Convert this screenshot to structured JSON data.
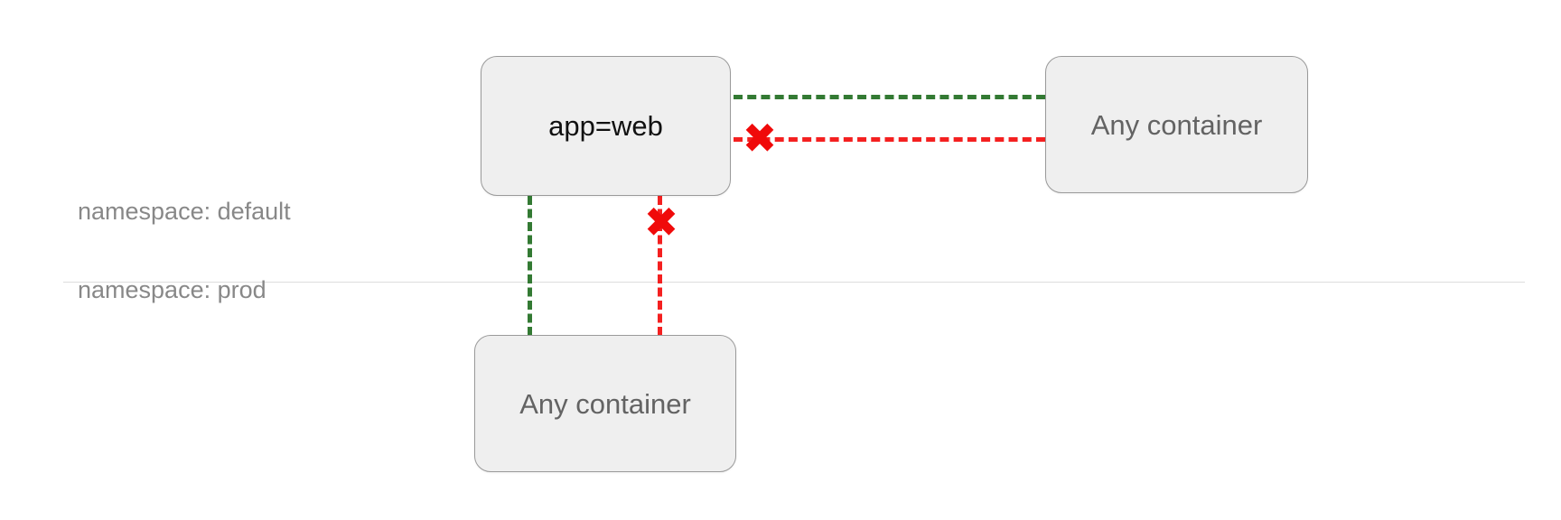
{
  "diagram": {
    "title": "kubernetes-network-policy-namespace-scope",
    "bands": [
      {
        "id": "default",
        "label": "namespace: default"
      },
      {
        "id": "prod",
        "label": "namespace: prod"
      }
    ],
    "nodes": [
      {
        "id": "selector",
        "label": "app=web",
        "namespace": "default"
      },
      {
        "id": "peer-right",
        "label": "Any container",
        "namespace": "default"
      },
      {
        "id": "peer-bottom",
        "label": "Any container",
        "namespace": "prod"
      }
    ],
    "edges": [
      {
        "id": "allow-right",
        "from": "selector",
        "to": "peer-right",
        "state": "allowed",
        "color": "#337a33",
        "style": "dashed",
        "orientation": "horizontal"
      },
      {
        "id": "deny-right",
        "from": "selector",
        "to": "peer-right",
        "state": "blocked",
        "color": "#f42020",
        "style": "dashed",
        "orientation": "horizontal"
      },
      {
        "id": "allow-down",
        "from": "selector",
        "to": "peer-bottom",
        "state": "allowed",
        "color": "#337a33",
        "style": "dashed",
        "orientation": "vertical"
      },
      {
        "id": "deny-down",
        "from": "selector",
        "to": "peer-bottom",
        "state": "blocked",
        "color": "#f42020",
        "style": "dashed",
        "orientation": "vertical"
      }
    ],
    "markers": [
      {
        "id": "x-right",
        "glyph": "✖",
        "meaning": "blocked",
        "color": "#f00a0a"
      },
      {
        "id": "x-bottom",
        "glyph": "✖",
        "meaning": "blocked",
        "color": "#f00a0a"
      }
    ],
    "colors": {
      "allow": "#337a33",
      "deny": "#f42020",
      "box_fill": "#efefef",
      "box_border": "#9a9a9a",
      "label_gray": "#888888",
      "divider": "#dddddd",
      "background": "#ffffff"
    }
  }
}
